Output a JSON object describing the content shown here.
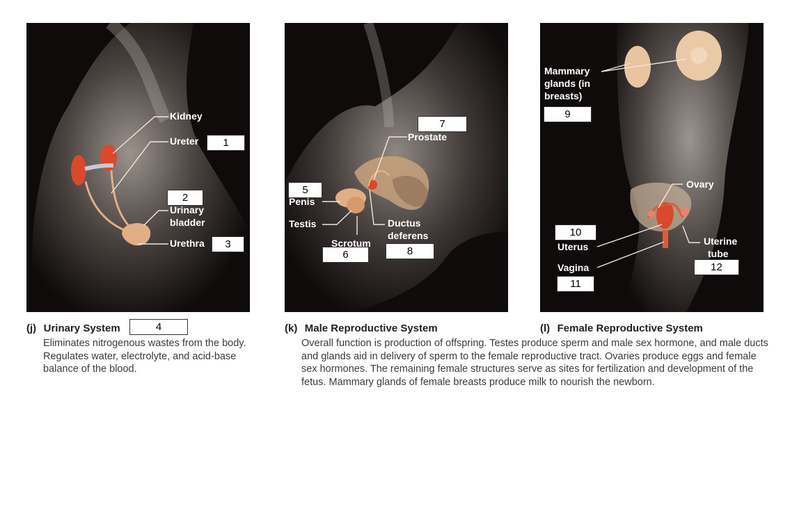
{
  "panels": {
    "urinary": {
      "letter": "(j)",
      "title": "Urinary System",
      "description": "Eliminates nitrogenous wastes from the body. Regulates water, electrolyte, and acid-base balance of the blood.",
      "labels": {
        "kidney": "Kidney",
        "ureter": "Ureter",
        "bladder_line1": "Urinary",
        "bladder_line2": "bladder",
        "urethra": "Urethra"
      }
    },
    "male": {
      "letter": "(k)",
      "title": "Male Reproductive System",
      "description": "Overall function is production of offspring. Testes produce sperm and male sex hormone, and male ducts and glands aid in delivery of sperm to the female reproductive tract. Ovaries produce eggs and female sex hormones. The remaining female structures serve as sites for fertilization and development of the fetus. Mammary glands of female breasts produce milk to nourish the newborn.",
      "labels": {
        "prostate": "Prostate",
        "penis": "Penis",
        "testis": "Testis",
        "scrotum": "Scrotum",
        "ductus_line1": "Ductus",
        "ductus_line2": "deferens"
      }
    },
    "female": {
      "letter": "(l)",
      "title": "Female Reproductive System",
      "labels": {
        "mammary_line1": "Mammary",
        "mammary_line2": "glands (in",
        "mammary_line3": "breasts)",
        "ovary": "Ovary",
        "uterus": "Uterus",
        "vagina": "Vagina",
        "tube_line1": "Uterine",
        "tube_line2": "tube"
      }
    }
  },
  "answer_boxes": [
    "1",
    "2",
    "3",
    "4",
    "5",
    "6",
    "7",
    "8",
    "9",
    "10",
    "11",
    "12"
  ],
  "colors": {
    "photo_bg": "#0e0b0a",
    "organ_red": "#d9492a",
    "organ_tan": "#e2ae84",
    "leader": "#f0e6dc"
  }
}
